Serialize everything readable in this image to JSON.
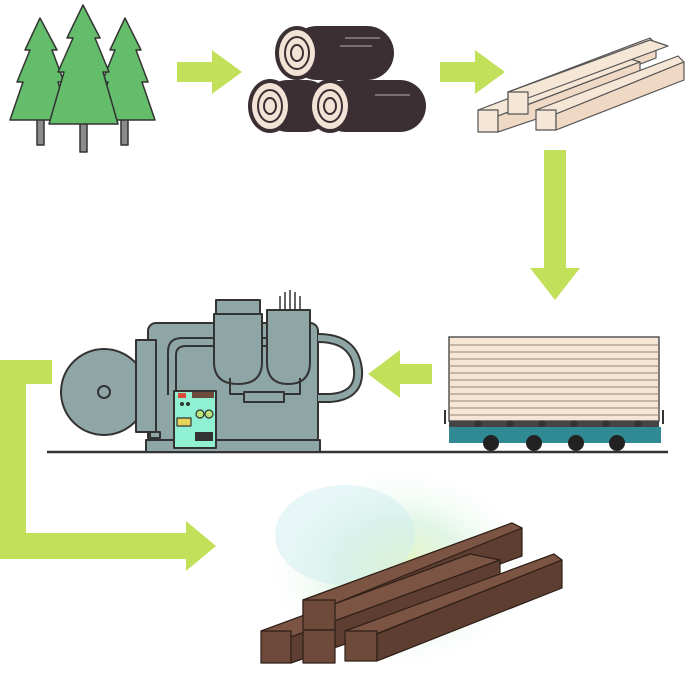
{
  "diagram": {
    "stages": [
      {
        "id": "forest",
        "icon": "trees-icon"
      },
      {
        "id": "logs",
        "icon": "logs-icon"
      },
      {
        "id": "sawn-timber",
        "icon": "lumber-icon"
      },
      {
        "id": "stacked-timber",
        "icon": "timber-stack-cart-icon"
      },
      {
        "id": "treatment-plant",
        "icon": "pressure-treatment-machine-icon"
      },
      {
        "id": "treated-timber",
        "icon": "treated-lumber-icon"
      }
    ],
    "arrows": [
      {
        "from": "forest",
        "to": "logs",
        "direction": "right"
      },
      {
        "from": "logs",
        "to": "sawn-timber",
        "direction": "right"
      },
      {
        "from": "sawn-timber",
        "to": "stacked-timber",
        "direction": "down"
      },
      {
        "from": "stacked-timber",
        "to": "treatment-plant",
        "direction": "left"
      },
      {
        "from": "treatment-plant",
        "to": "treated-timber",
        "direction": "down-then-right"
      }
    ],
    "colors": {
      "arrow": "#c3e05a",
      "tree": "#63bd6a",
      "tree_outline": "#3a3a3a",
      "log_bark": "#3b2f33",
      "log_ring": "#f3e3d6",
      "raw_timber": "#f6e6d6",
      "treated_timber": "#6e4a3a",
      "machine": "#8fa6a6",
      "control_panel": "#8ff0d2",
      "cart": "#2f8a93",
      "glow": "#d9f4c8"
    }
  }
}
